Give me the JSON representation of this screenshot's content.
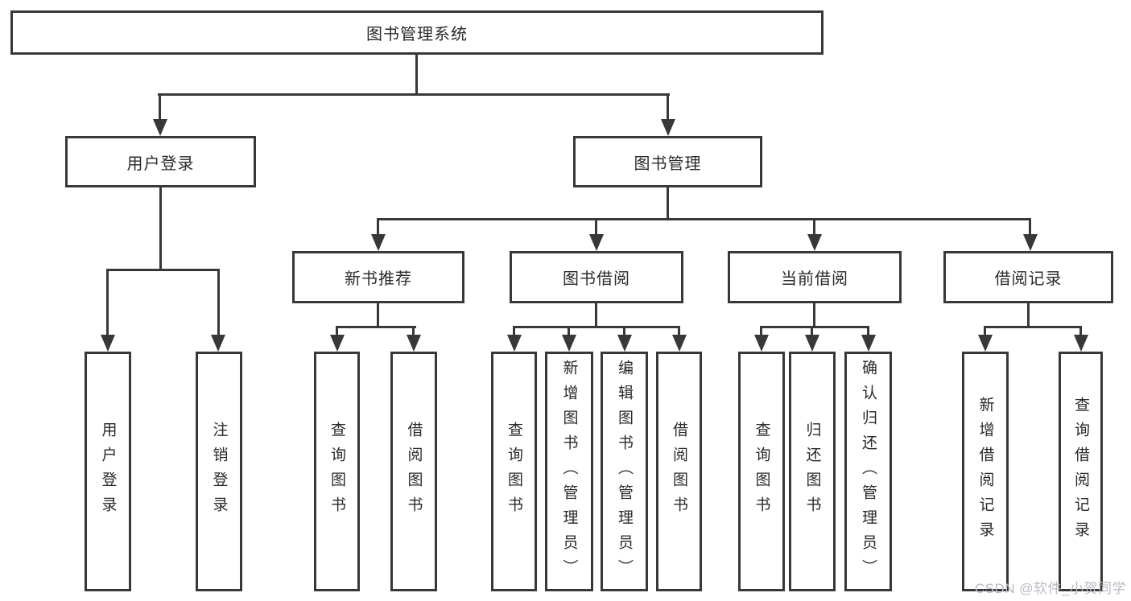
{
  "diagram": {
    "title": "图书管理系统",
    "level2": [
      {
        "label": "用户登录"
      },
      {
        "label": "图书管理"
      }
    ],
    "level3": [
      {
        "label": "新书推荐"
      },
      {
        "label": "图书借阅"
      },
      {
        "label": "当前借阅"
      },
      {
        "label": "借阅记录"
      }
    ],
    "leaves": [
      {
        "label": "用户登录"
      },
      {
        "label": "注销登录"
      },
      {
        "label": "查询图书"
      },
      {
        "label": "借阅图书"
      },
      {
        "label": "查询图书"
      },
      {
        "label": "新增图书（管理员）"
      },
      {
        "label": "编辑图书（管理员）"
      },
      {
        "label": "借阅图书"
      },
      {
        "label": "查询图书"
      },
      {
        "label": "归还图书"
      },
      {
        "label": "确认归还（管理员）"
      },
      {
        "label": "新增借阅记录"
      },
      {
        "label": "查询借阅记录"
      }
    ],
    "watermark": "CSDN @软件_小贺同学",
    "colors": {
      "line": "#383838",
      "text": "#2a2a2a",
      "watermark": "#b9bcc2",
      "background": "#ffffff"
    }
  }
}
